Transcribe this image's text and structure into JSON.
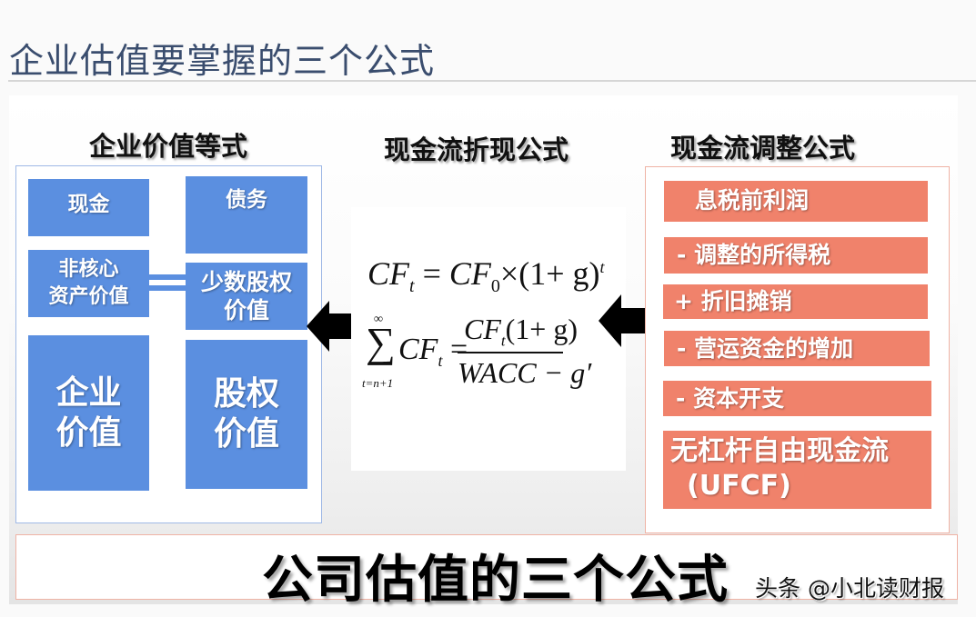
{
  "page": {
    "title": "企业估值要掌握的三个公式"
  },
  "slide": {
    "left": {
      "heading": "企业价值等式",
      "boxes": {
        "cash": "现金",
        "non_core_line1": "非核心",
        "non_core_line2": "资产价值",
        "enterprise_line1": "企业",
        "enterprise_line2": "价值",
        "debt": "债务",
        "minority_line1": "少数股权",
        "minority_line2": "价值",
        "equity_line1": "股权",
        "equity_line2": "价值"
      },
      "box_color": "#5b8fe0"
    },
    "middle": {
      "heading": "现金流折现公式",
      "formula1": {
        "lhs": "CF",
        "lhs_sub": "t",
        "eq": "=",
        "rhs": "CF",
        "rhs_sub": "0",
        "times": "×(1+ g)",
        "sup": "t"
      },
      "formula2": {
        "sum": "∑",
        "sum_top": "∞",
        "sum_bottom": "t=n+1",
        "term": "CF",
        "term_sub": "t",
        "eq": "=",
        "numerator": "CF",
        "numerator_sub": "t",
        "numerator_rest": "(1+ g)",
        "denominator": "WACC − g′"
      }
    },
    "right": {
      "heading": "现金流调整公式",
      "items": [
        "息税前利润",
        "- 调整的所得税",
        "+ 折旧摊销",
        "- 营运资金的增加",
        "- 资本开支"
      ],
      "result_line1": "无杠杆自由现金流",
      "result_line2": "(UFCF)",
      "bar_color": "#f0826b"
    },
    "banner": {
      "text": "公司估值的三个公式"
    }
  },
  "watermark": "头条 @小北读财报"
}
